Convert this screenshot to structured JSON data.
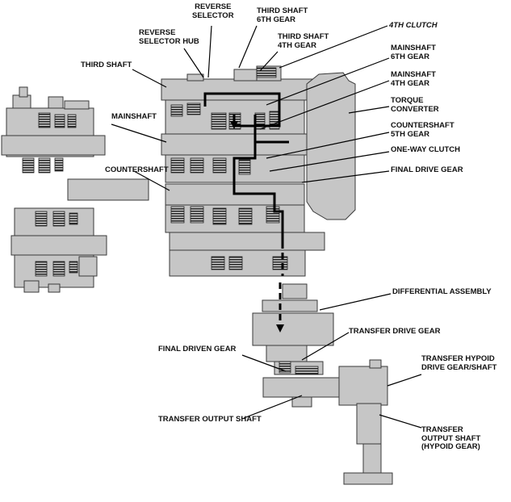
{
  "colors": {
    "housing": "#c6c6c6",
    "housing_outline": "#3a3a3a",
    "gear_dark": "#2a2a2a",
    "power_flow": "#000000",
    "leader": "#000000",
    "text": "#111111"
  },
  "labels": {
    "reverse_selector": [
      "REVERSE",
      "SELECTOR"
    ],
    "third_shaft_6th_gear": [
      "THIRD SHAFT",
      "6TH GEAR"
    ],
    "reverse_selector_hub": [
      "REVERSE",
      "SELECTOR HUB"
    ],
    "third_shaft_4th_gear": [
      "THIRD SHAFT",
      "4TH GEAR"
    ],
    "fourth_clutch": [
      "4TH CLUTCH"
    ],
    "third_shaft": [
      "THIRD SHAFT"
    ],
    "mainshaft_6th_gear": [
      "MAINSHAFT",
      "6TH GEAR"
    ],
    "mainshaft_4th_gear": [
      "MAINSHAFT",
      "4TH GEAR"
    ],
    "torque_converter": [
      "TORQUE",
      "CONVERTER"
    ],
    "mainshaft": [
      "MAINSHAFT"
    ],
    "countershaft_5th_gear": [
      "COUNTERSHAFT",
      "5TH GEAR"
    ],
    "one_way_clutch": [
      "ONE-WAY CLUTCH"
    ],
    "countershaft": [
      "COUNTERSHAFT"
    ],
    "final_drive_gear": [
      "FINAL DRIVE GEAR"
    ],
    "differential_assembly": [
      "DIFFERENTIAL ASSEMBLY"
    ],
    "transfer_drive_gear": [
      "TRANSFER DRIVE GEAR"
    ],
    "final_driven_gear": [
      "FINAL DRIVEN GEAR"
    ],
    "transfer_hypoid_drive_gear_shaft": [
      "TRANSFER HYPOID",
      "DRIVE GEAR/SHAFT"
    ],
    "transfer_output_shaft": [
      "TRANSFER OUTPUT SHAFT"
    ],
    "transfer_output_shaft_hypoid": [
      "TRANSFER",
      "OUTPUT SHAFT",
      "(HYPOID GEAR)"
    ]
  }
}
